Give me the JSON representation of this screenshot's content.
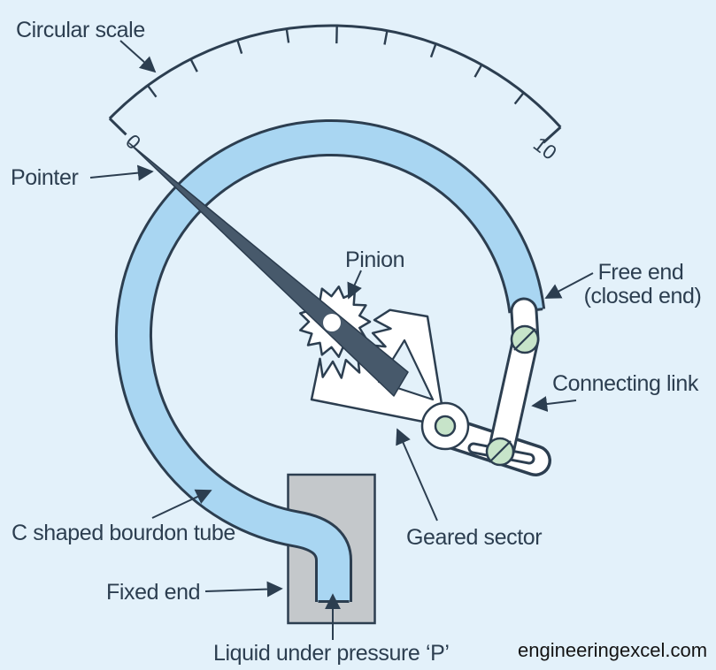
{
  "title": "Bourdon tube pressure gauge diagram",
  "scale": {
    "min_label": "0",
    "max_label": "10",
    "divisions": 10,
    "tick_count": 9
  },
  "labels": {
    "circular_scale": "Circular scale",
    "pointer": "Pointer",
    "pinion": "Pinion",
    "free_end_line1": "Free end",
    "free_end_line2": "(closed end)",
    "connecting_link": "Connecting link",
    "c_tube": "C shaped bourdon tube",
    "geared_sector": "Geared sector",
    "fixed_end": "Fixed end",
    "liquid": "Liquid under pressure ‘P’"
  },
  "watermark": "engineeringexcel.com",
  "colors": {
    "background": "#e3f1fa",
    "outline_ink": "#2c3e50",
    "tube_blue": "#a9d6f2",
    "mechanism_white": "#ffffff",
    "screw_green": "#c7e4c9",
    "block_gray": "#c4c8cb",
    "needle_slate": "#47596b",
    "watermark_black": "#141414"
  }
}
